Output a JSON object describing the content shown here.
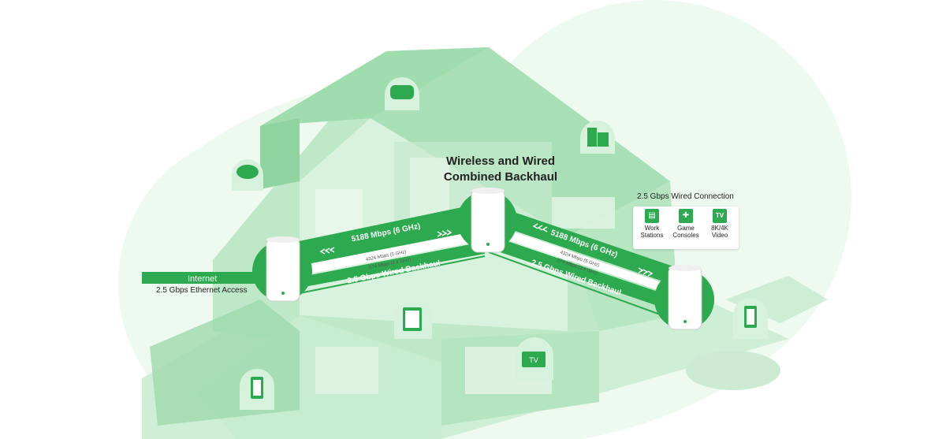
{
  "title_line1": "Wireless and Wired",
  "title_line2": "Combined Backhaul",
  "internet": {
    "label": "Internet",
    "access": "2.5 Gbps Ethernet Access"
  },
  "wired_connection": "2.5 Gbps Wired Connection",
  "left_link": {
    "speed_6ghz": "5188 Mbps (6 GHz)",
    "speed_5ghz": "4324 Mbps (5 GHz)",
    "speed_24ghz": "574 Mbps (2.4 GHz)",
    "wired": "2.5 Gbps Wired Backhaul"
  },
  "right_link": {
    "speed_6ghz": "5188 Mbps (6 GHz)",
    "speed_5ghz": "4324 Mbps (5 GHz)",
    "speed_24ghz": "574 Mbps (2.4 GHz)",
    "wired": "2.5 Gbps Wired Backhaul"
  },
  "devices": [
    {
      "label1": "Work",
      "label2": "Stations",
      "icon": "workstation-icon"
    },
    {
      "label1": "Game",
      "label2": "Consoles",
      "icon": "gamepad-icon"
    },
    {
      "label1": "8K/4K",
      "label2": "Video",
      "icon": "tv-icon"
    }
  ],
  "colors": {
    "green": "#2daa4f",
    "light_green": "#a8e0b2",
    "pale_green": "#e6f6e9"
  }
}
